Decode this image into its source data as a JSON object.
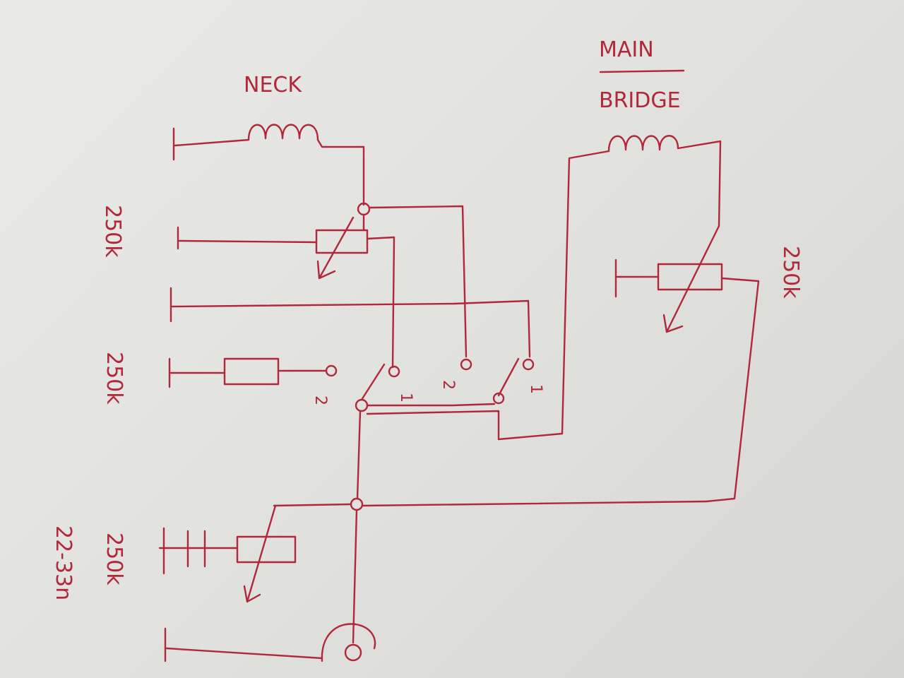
{
  "labels": {
    "neck": "NECK",
    "main": "MAIN",
    "bridge": "BRIDGE",
    "pot_neck_volume": "250k",
    "pot_neck_resistor": "250k",
    "pot_tone": "250k",
    "pot_bridge": "250k",
    "capacitor": "22-33n",
    "switch_pos_1a": "1",
    "switch_pos_2a": "2",
    "switch_pos_1b": "1",
    "switch_pos_2b": "2",
    "resistor_pos": "2"
  },
  "colors": {
    "ink": "#b0283a",
    "paper": "#e6e6e3"
  }
}
